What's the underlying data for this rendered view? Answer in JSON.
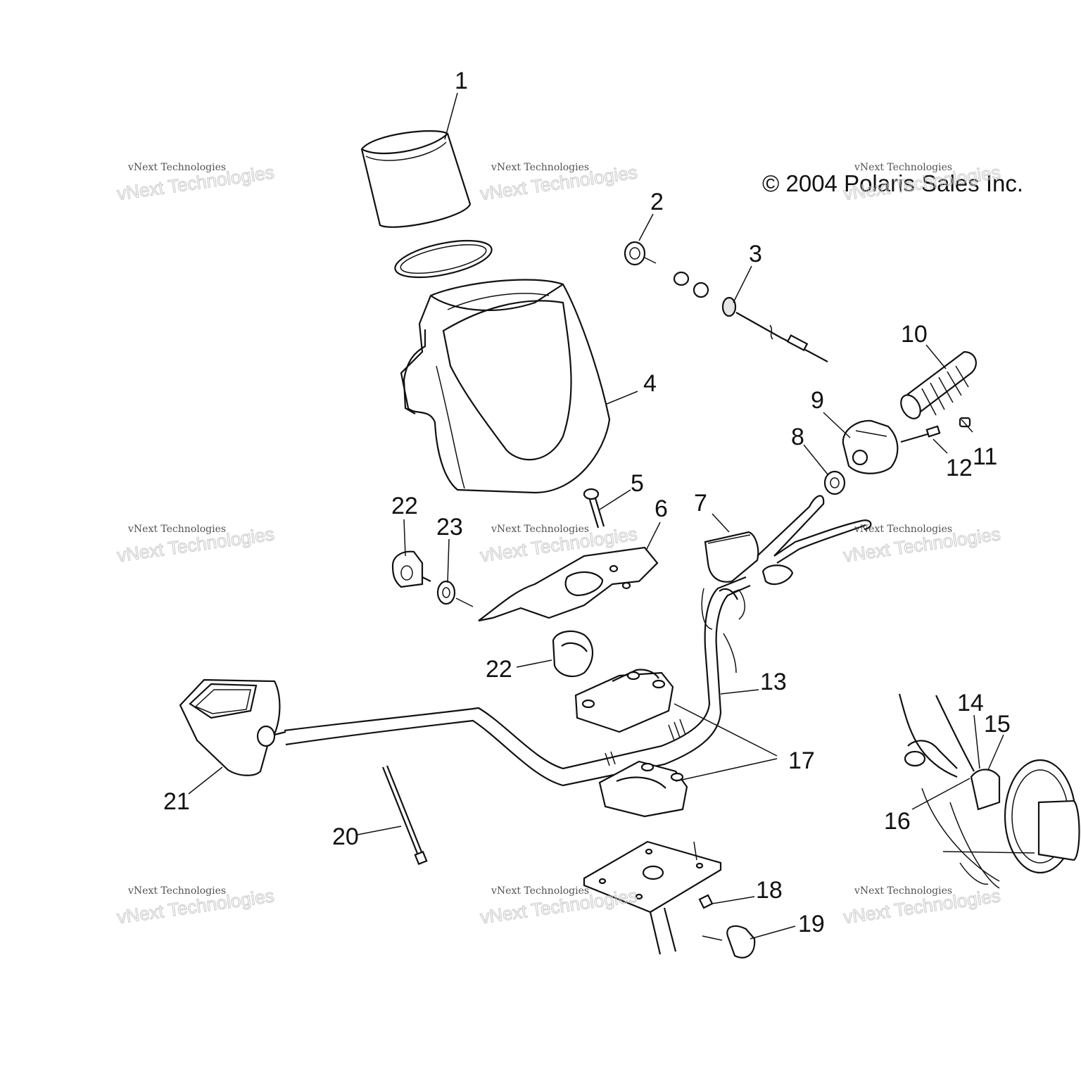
{
  "copyright": "© 2004 Polaris Sales Inc.",
  "watermark": {
    "line1": "vNext Technologies",
    "line2": "vNext Technologies"
  },
  "callouts": [
    "1",
    "2",
    "3",
    "4",
    "5",
    "6",
    "7",
    "8",
    "9",
    "10",
    "11",
    "12",
    "13",
    "14",
    "15",
    "16",
    "17",
    "18",
    "19",
    "20",
    "21",
    "22",
    "22",
    "23"
  ]
}
